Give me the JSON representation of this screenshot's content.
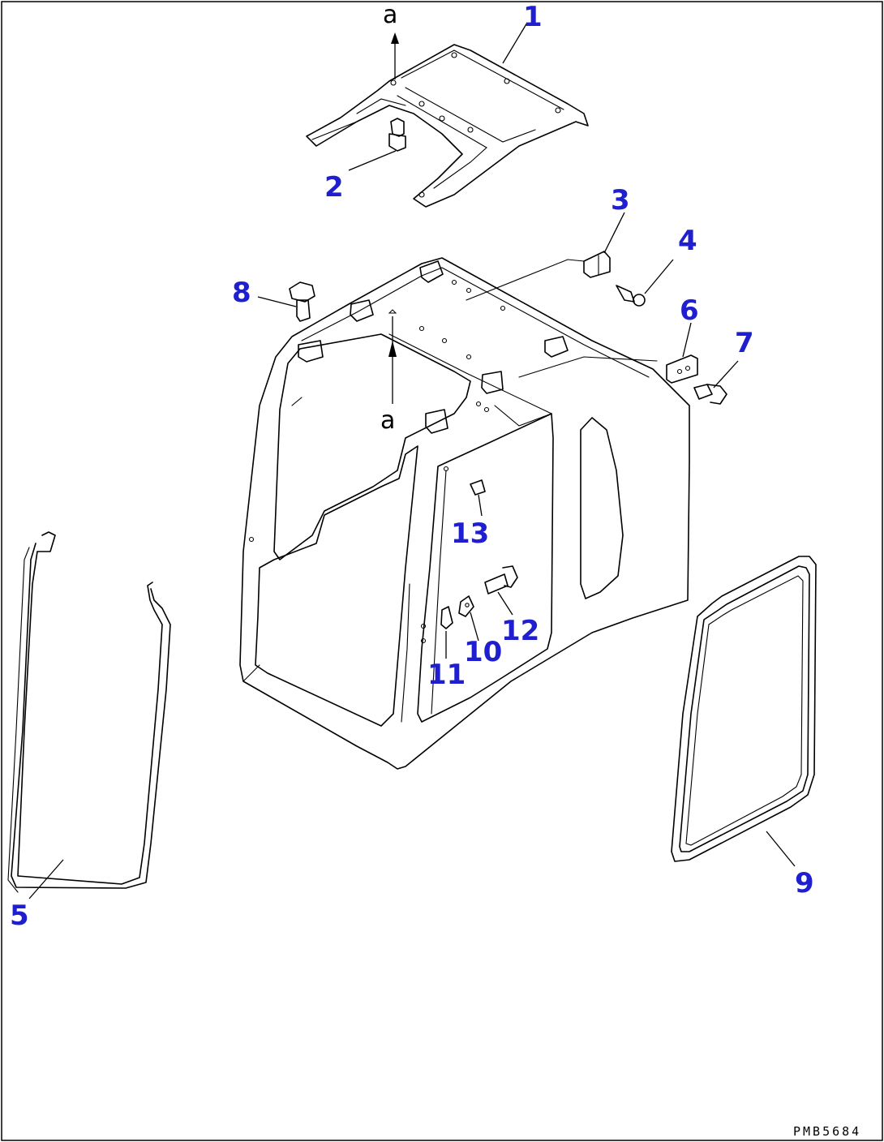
{
  "diagram": {
    "drawing_code": "PMB5684",
    "reference_mark": "a",
    "callouts": [
      {
        "id": "1",
        "label": "1"
      },
      {
        "id": "2",
        "label": "2"
      },
      {
        "id": "3",
        "label": "3"
      },
      {
        "id": "4",
        "label": "4"
      },
      {
        "id": "5",
        "label": "5"
      },
      {
        "id": "6",
        "label": "6"
      },
      {
        "id": "7",
        "label": "7"
      },
      {
        "id": "8",
        "label": "8"
      },
      {
        "id": "9",
        "label": "9"
      },
      {
        "id": "10",
        "label": "10"
      },
      {
        "id": "11",
        "label": "11"
      },
      {
        "id": "12",
        "label": "12"
      },
      {
        "id": "13",
        "label": "13"
      }
    ],
    "colors": {
      "callout": "#1f1fd0",
      "line": "#000000",
      "background": "#ffffff"
    }
  }
}
